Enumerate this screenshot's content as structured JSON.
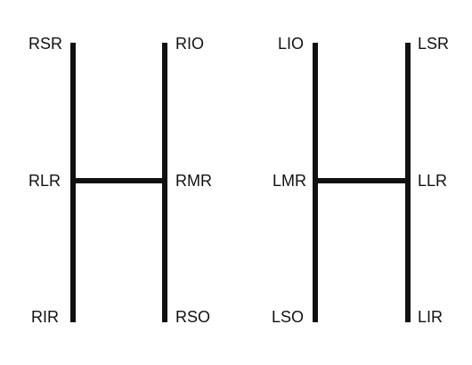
{
  "diagram": {
    "stroke_color": "#111111",
    "background": "#ffffff",
    "right_eye": {
      "labels": {
        "top_left": "RSR",
        "top_right": "RIO",
        "mid_left": "RLR",
        "mid_right": "RMR",
        "bottom_left": "RIR",
        "bottom_right": "RSO"
      }
    },
    "left_eye": {
      "labels": {
        "top_left": "LIO",
        "top_right": "LSR",
        "mid_left": "LMR",
        "mid_right": "LLR",
        "bottom_left": "LSO",
        "bottom_right": "LIR"
      }
    }
  }
}
